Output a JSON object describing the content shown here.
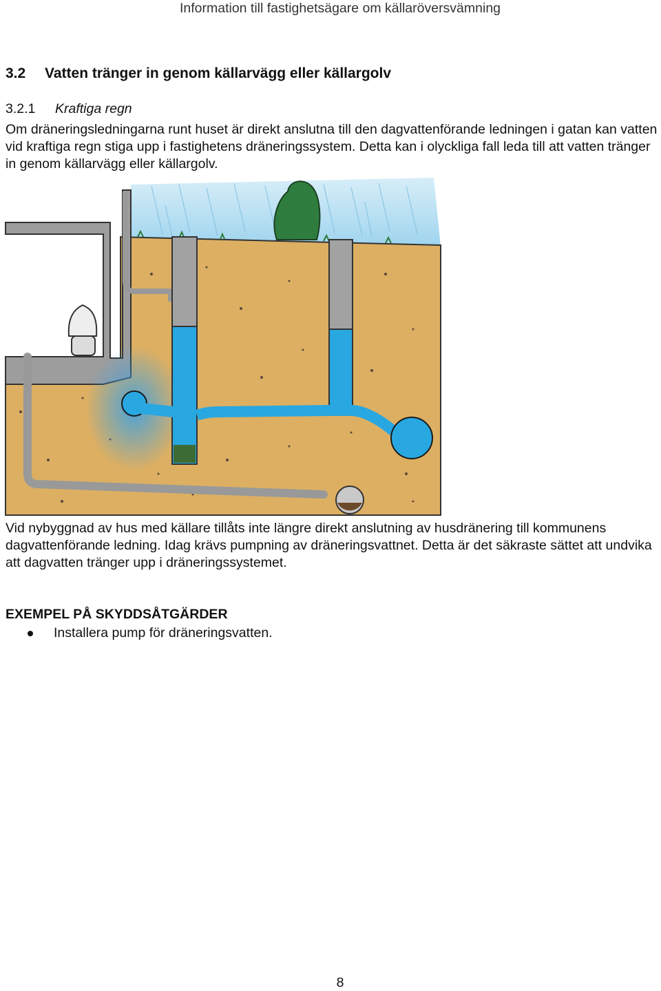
{
  "header": {
    "running_title": "Information till fastighetsägare om källaröversvämning"
  },
  "section": {
    "number": "3.2",
    "title": "Vatten tränger in genom källarvägg eller källargolv",
    "subsection": {
      "number": "3.2.1",
      "title": "Kraftiga regn",
      "paragraph": "Om dräneringsledningarna runt huset är direkt anslutna till den dagvattenförande ledningen i gatan kan vatten vid kraftiga regn stiga upp i fastighetens dräneringssystem. Detta kan i olyckliga fall leda till att vatten tränger in genom källarvägg eller källargolv."
    }
  },
  "body_text": "Vid nybyggnad av hus med källare tillåts inte längre direkt anslutning av husdränering till kommunens dagvattenförande ledning. Idag krävs pumpning av dräneringsvattnet. Detta är det säkraste sättet att undvika att dagvatten tränger upp i dräneringssystemet.",
  "examples": {
    "heading": "EXEMPEL PÅ SKYDDSÅTGÄRDER",
    "items": [
      "Installera pump för dräneringsvatten."
    ]
  },
  "footer": {
    "page_number": "8"
  }
}
